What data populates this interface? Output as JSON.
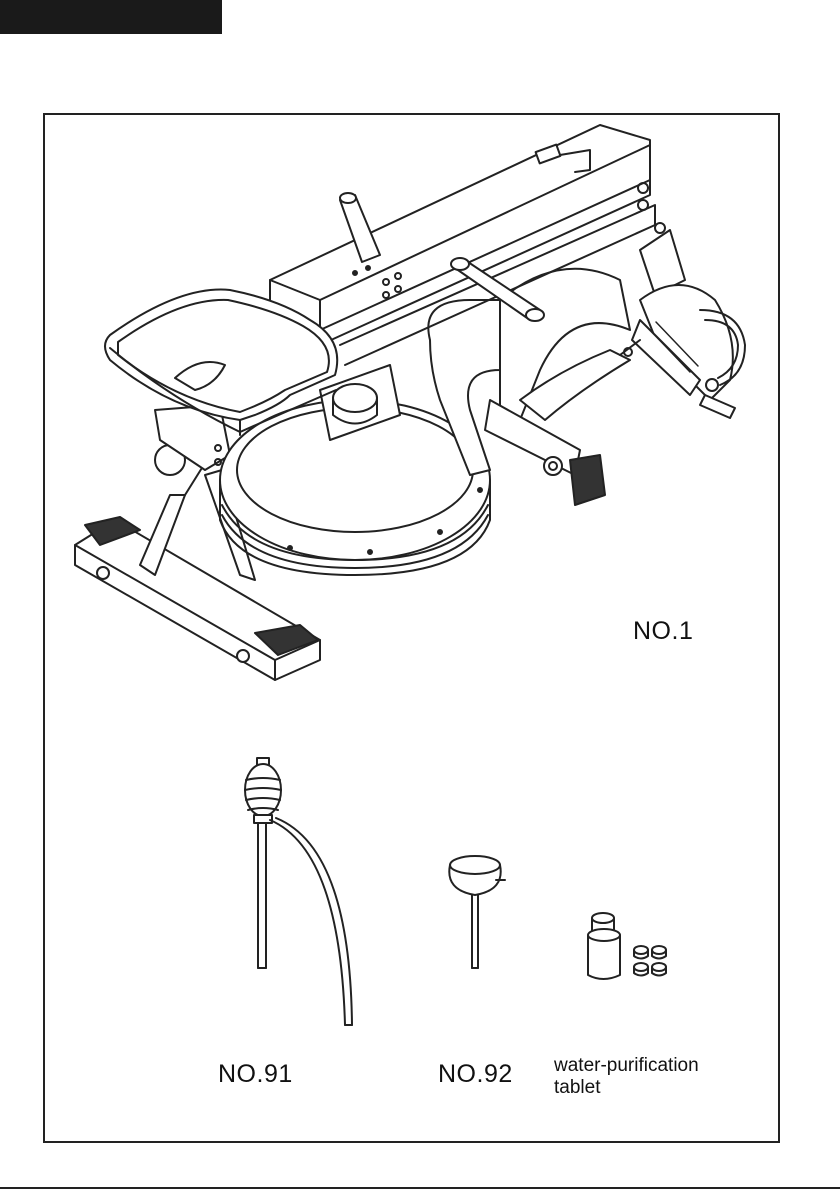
{
  "header": {
    "color": "#1a1a1a"
  },
  "parts": {
    "machine": {
      "label": "NO.1",
      "icon": "rowing-machine-icon"
    },
    "pump": {
      "label": "NO.91",
      "icon": "siphon-pump-icon"
    },
    "funnel": {
      "label": "NO.92",
      "icon": "funnel-icon"
    },
    "tablet": {
      "label_line1": "water-purification",
      "label_line2": "tablet",
      "icon": "tablet-bottle-icon"
    }
  },
  "colors": {
    "line": "#222222",
    "background": "#ffffff"
  }
}
